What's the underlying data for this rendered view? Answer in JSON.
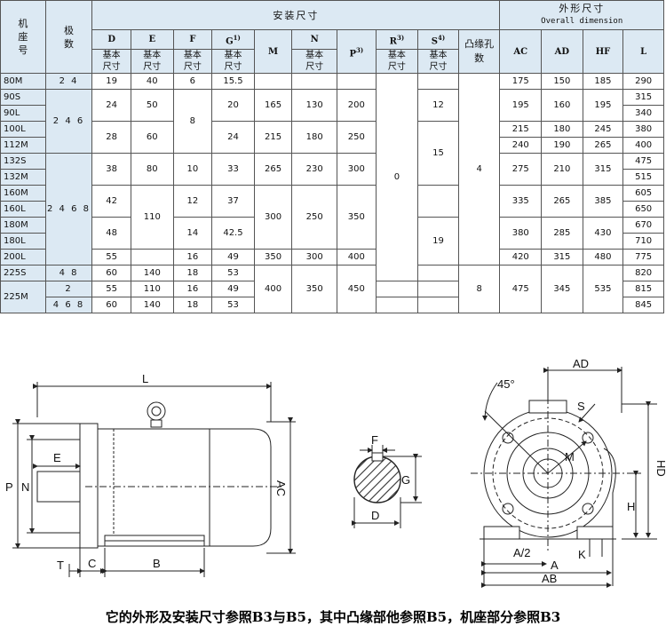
{
  "header": {
    "frame_no": "机座号",
    "poles": "极数",
    "install_dims": "安装尺寸",
    "overall_title": "外形尺寸",
    "overall_en": "Overall dimension",
    "cols": [
      "D",
      "E",
      "F",
      "G",
      "M",
      "N",
      "P",
      "R",
      "S",
      "凸缘孔数",
      "AC",
      "AD",
      "HF",
      "L"
    ],
    "sup_g": "1)",
    "sup_p": "3)",
    "sup_r": "3)",
    "sup_s": "4)",
    "basic_size": "基本尺寸"
  },
  "rows": {
    "frames": [
      "80M",
      "90S",
      "90L",
      "100L",
      "112M",
      "132S",
      "132M",
      "160M",
      "160L",
      "180M",
      "180L",
      "200L",
      "225S",
      "225M"
    ],
    "poles": [
      "2 4",
      "2 4 6",
      "2 4 6 8",
      "4 8",
      "2",
      "4 6 8"
    ],
    "D": [
      "19",
      "24",
      "28",
      "38",
      "42",
      "48",
      "55",
      "60",
      "55",
      "60"
    ],
    "E": [
      "40",
      "50",
      "60",
      "80",
      "110",
      "140",
      "110",
      "140"
    ],
    "F": [
      "6",
      "8",
      "10",
      "12",
      "14",
      "16",
      "18",
      "16",
      "18"
    ],
    "G": [
      "15.5",
      "20",
      "24",
      "33",
      "37",
      "42.5",
      "49",
      "53",
      "49",
      "53"
    ],
    "M": [
      "165",
      "215",
      "265",
      "300",
      "350",
      "400"
    ],
    "N": [
      "130",
      "180",
      "230",
      "250",
      "300",
      "350"
    ],
    "P": [
      "200",
      "250",
      "300",
      "350",
      "400",
      "450"
    ],
    "R": [
      "0"
    ],
    "S": [
      "12",
      "15",
      "19"
    ],
    "holes": [
      "4",
      "8"
    ],
    "AC": [
      "175",
      "195",
      "215",
      "240",
      "275",
      "335",
      "380",
      "420",
      "475"
    ],
    "AD": [
      "150",
      "160",
      "180",
      "190",
      "210",
      "265",
      "285",
      "315",
      "345"
    ],
    "HF": [
      "185",
      "195",
      "245",
      "265",
      "315",
      "385",
      "430",
      "480",
      "535"
    ],
    "L": [
      "290",
      "315",
      "340",
      "380",
      "400",
      "475",
      "515",
      "605",
      "650",
      "670",
      "710",
      "775",
      "820",
      "815",
      "845"
    ]
  },
  "drawing": {
    "side_labels": [
      "L",
      "P",
      "N",
      "E",
      "AC",
      "T",
      "C",
      "B"
    ],
    "shaft_labels": [
      "F",
      "G",
      "D"
    ],
    "front_labels": [
      "AD",
      "45°",
      "S",
      "M",
      "HD",
      "H",
      "A/2",
      "A",
      "K",
      "AB"
    ]
  },
  "caption": "它的外形及安装尺寸参照B3与B5，其中凸缘部他参照B5，机座部分参照B3"
}
